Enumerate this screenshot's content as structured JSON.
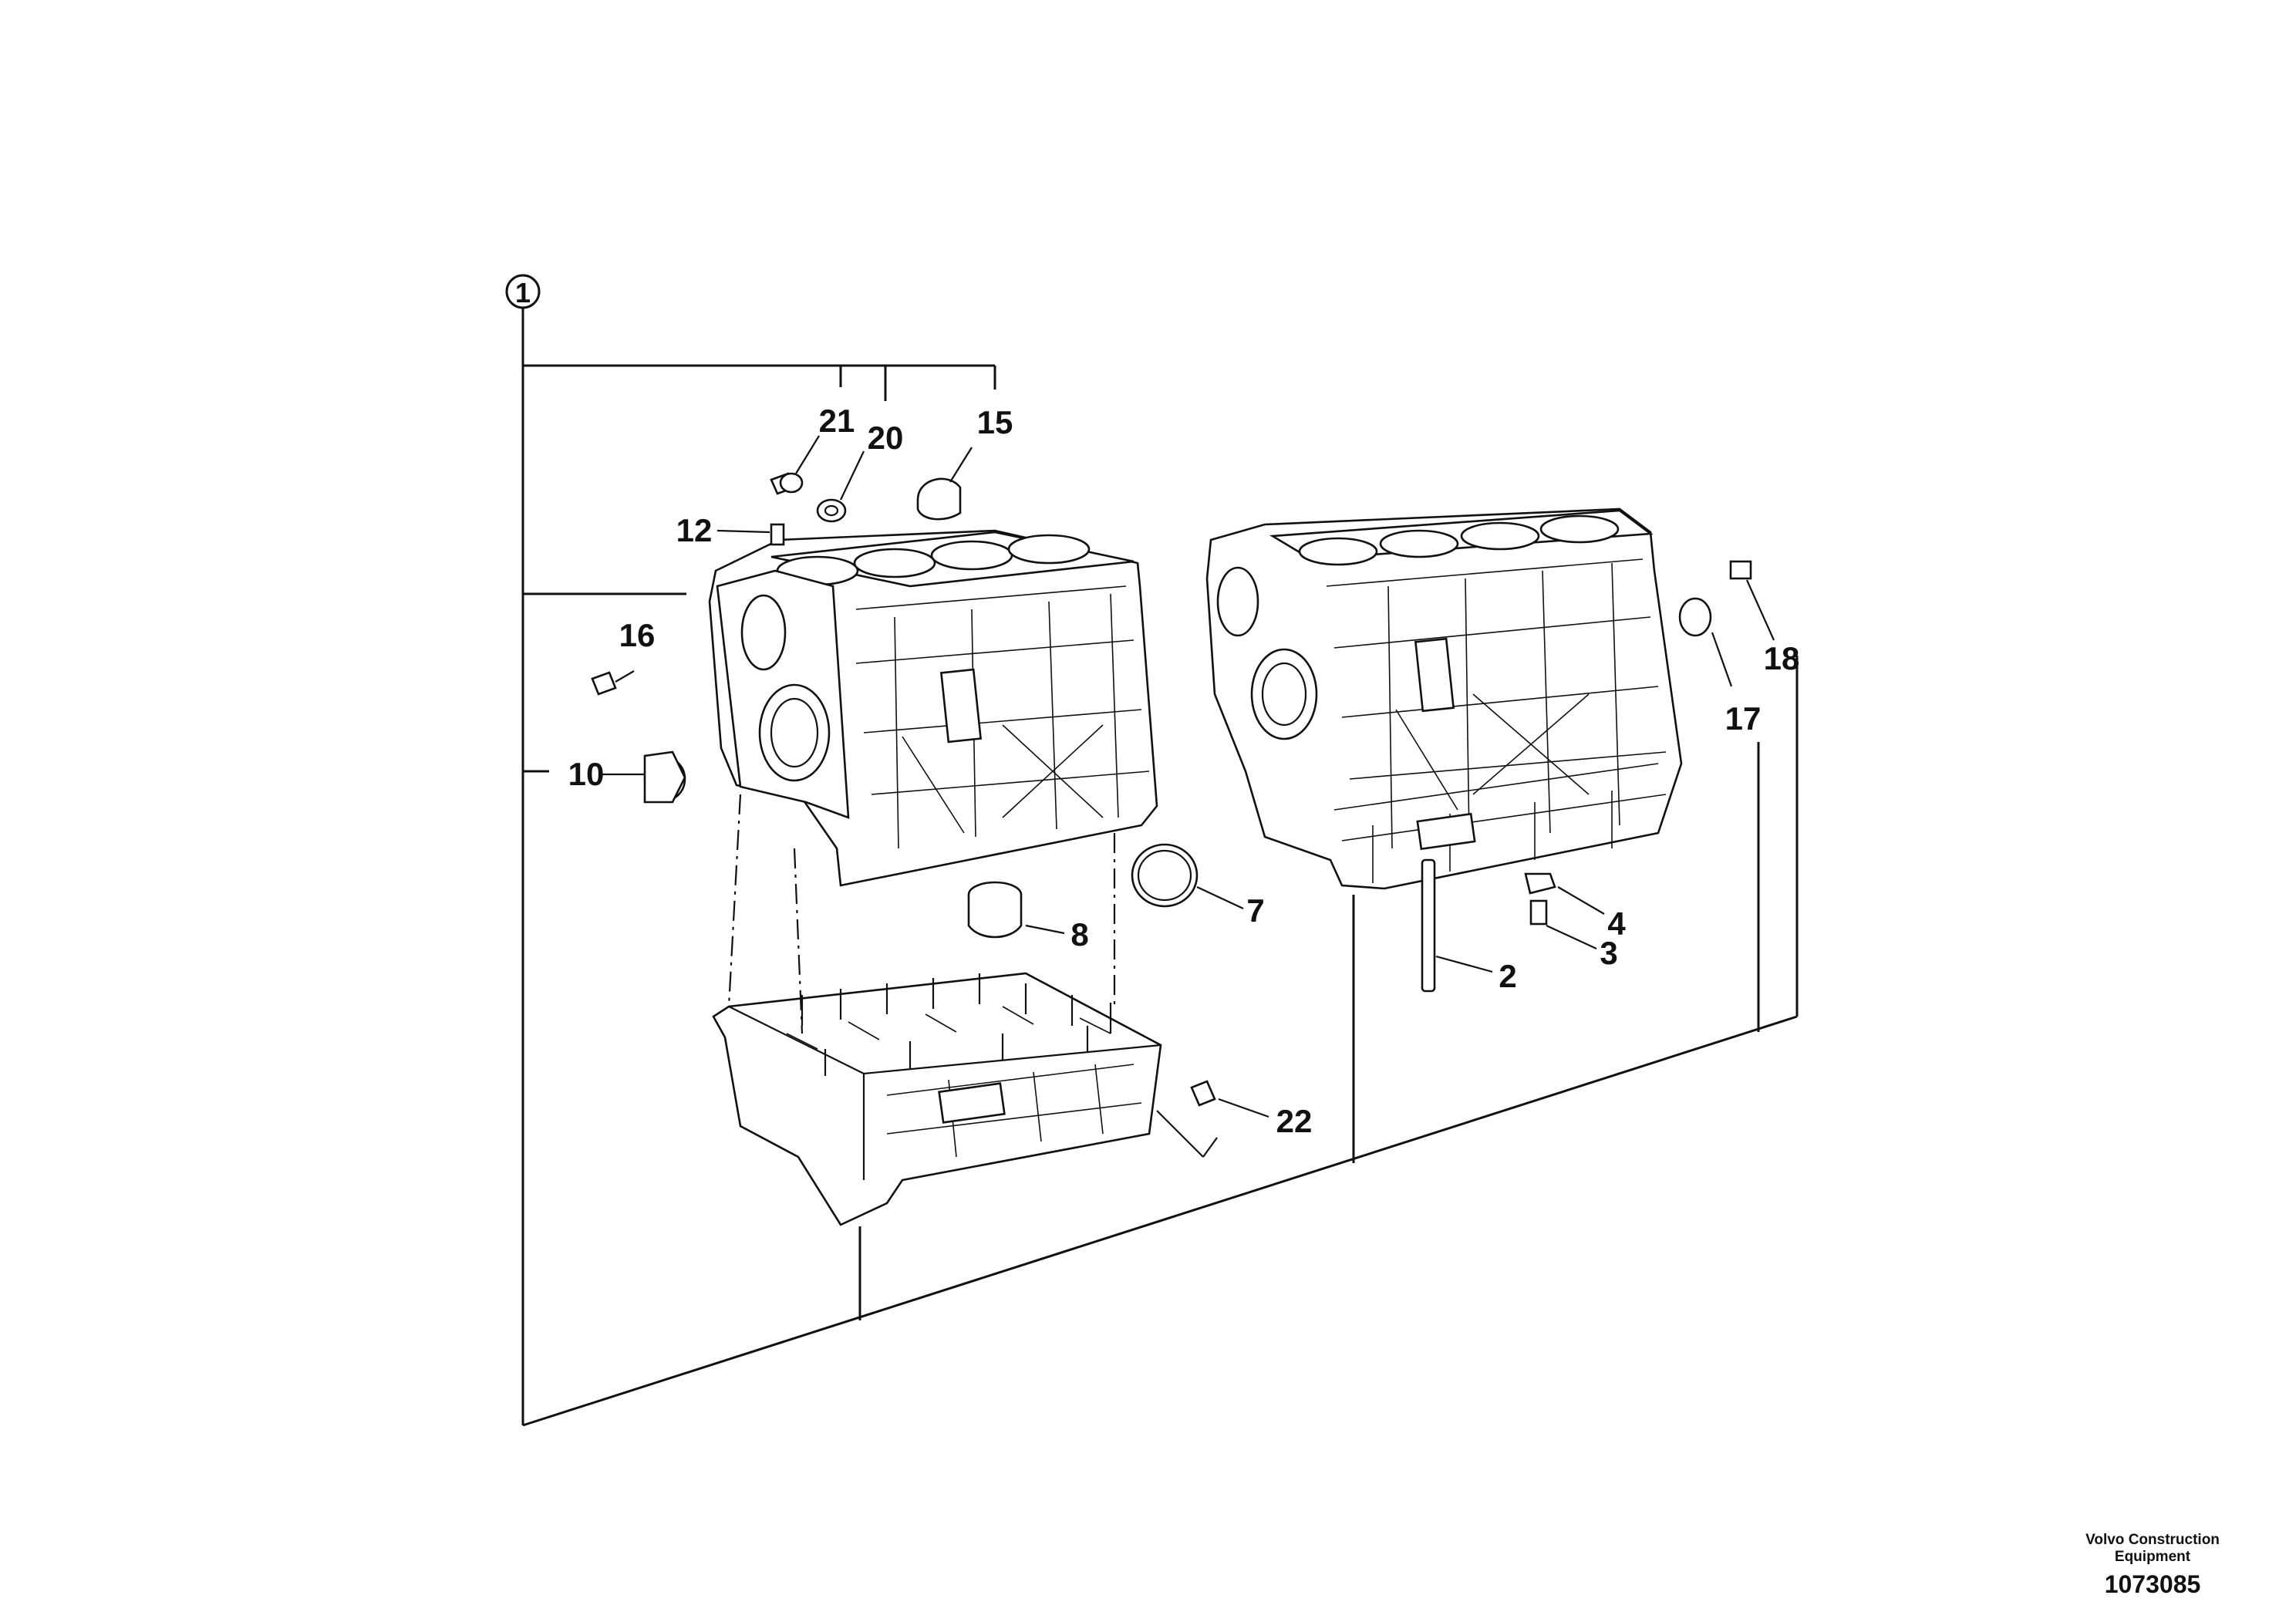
{
  "callouts": {
    "main": "1",
    "c2": "2",
    "c3": "3",
    "c4": "4",
    "c7": "7",
    "c8": "8",
    "c10": "10",
    "c12": "12",
    "c15": "15",
    "c16": "16",
    "c17": "17",
    "c18": "18",
    "c20": "20",
    "c21": "21",
    "c22": "22"
  },
  "footer": {
    "brand_line1": "Volvo Construction",
    "brand_line2": "Equipment",
    "drawing_number": "1073085"
  }
}
